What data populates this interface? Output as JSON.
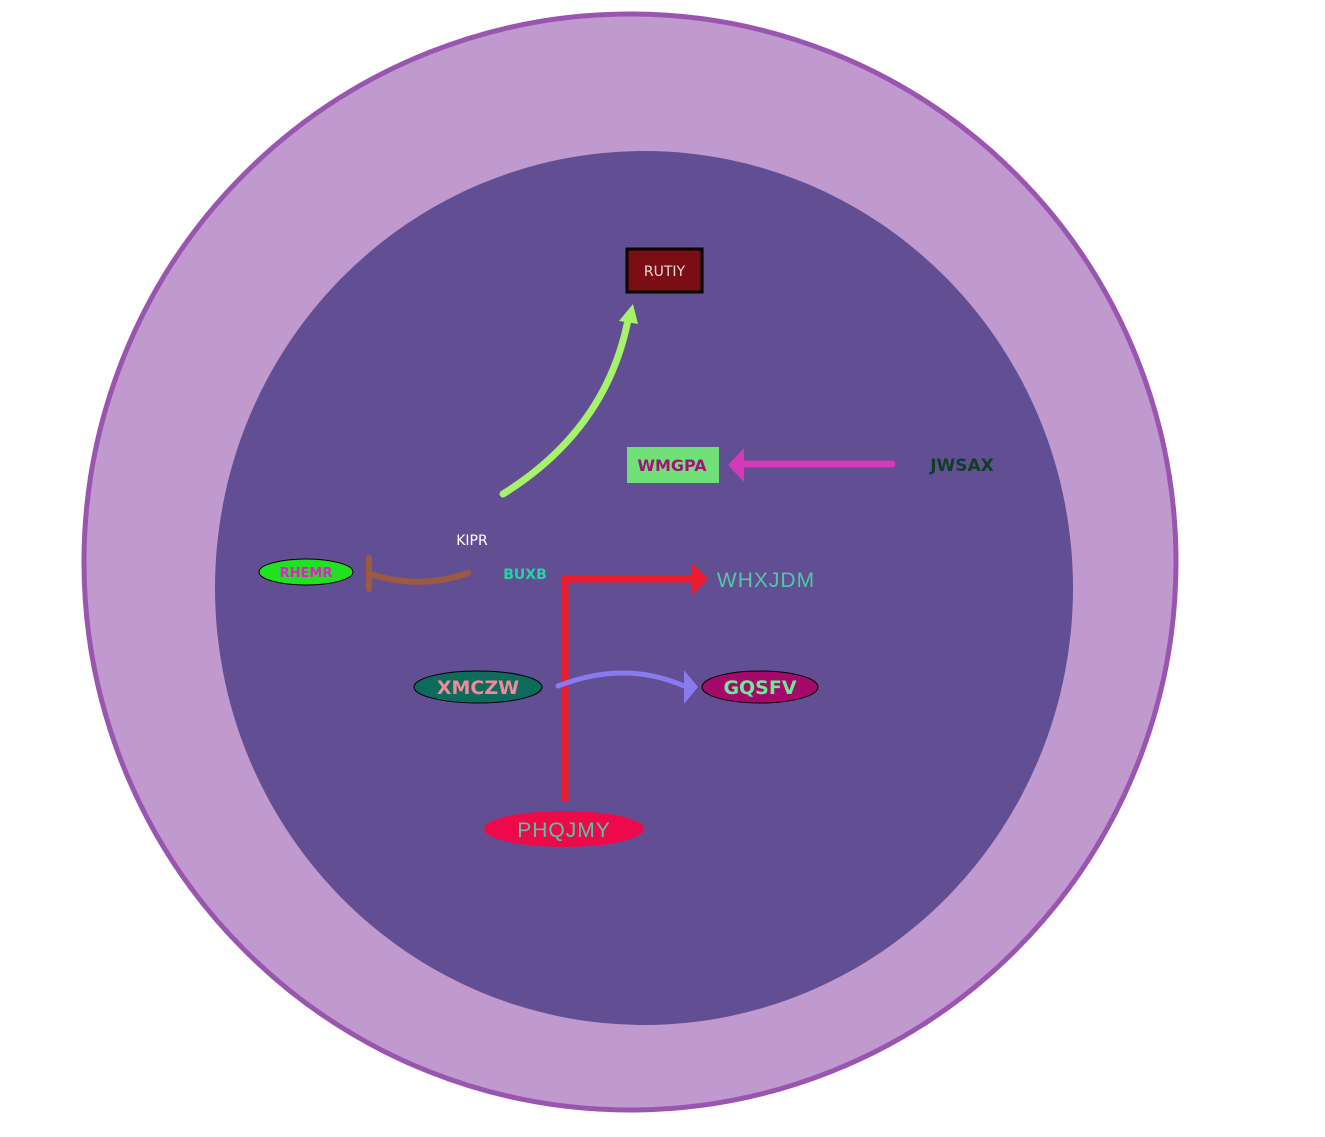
{
  "diagram": {
    "nodes": {
      "rutiy": {
        "label": "RUTIY",
        "shape": "rect",
        "fill": "#7a0e14",
        "stroke": "#000000",
        "text_color": "#e8d8d8"
      },
      "wmgpa": {
        "label": "WMGPA",
        "shape": "rect",
        "fill": "#72e079",
        "text_color": "#a0147a"
      },
      "jwsax": {
        "label": "JWSAX",
        "shape": "text",
        "text_color": "#0e3f24"
      },
      "kipr": {
        "label": "KIPR",
        "shape": "text",
        "text_color": "#ffffff"
      },
      "buxb": {
        "label": "BUXB",
        "shape": "text",
        "text_color": "#22d6a4"
      },
      "rhemr": {
        "label": "RHEMR",
        "shape": "ellipse",
        "fill": "#22e022",
        "text_color": "#e020c8"
      },
      "whxjdm": {
        "label": "WHXJDM",
        "shape": "text",
        "text_color": "#52c7a6"
      },
      "xmczw": {
        "label": "XMCZW",
        "shape": "ellipse",
        "fill": "#0e6a5a",
        "text_color": "#f28a9e"
      },
      "gqsfv": {
        "label": "GQSFV",
        "shape": "ellipse",
        "fill": "#a50a6a",
        "text_color": "#6ee89a"
      },
      "phqjmy": {
        "label": "PHQJMY",
        "shape": "ellipse",
        "fill": "#ee0a4a",
        "text_color": "#52c7a6"
      }
    },
    "edges": [
      {
        "from": "kipr",
        "to": "rutiy",
        "type": "activation",
        "color": "#a6f26a"
      },
      {
        "from": "jwsax",
        "to": "wmgpa",
        "type": "activation",
        "color": "#d43ab8"
      },
      {
        "from": "buxb",
        "to": "rhemr",
        "type": "inhibition",
        "color": "#9c5a42"
      },
      {
        "from": "phqjmy",
        "to": "whxjdm",
        "type": "activation",
        "color": "#ee1a2e"
      },
      {
        "from": "xmczw",
        "to": "gqsfv",
        "type": "activation",
        "color": "#8a7af0"
      }
    ],
    "compartments": {
      "outer": {
        "fill": "#c09ace",
        "stroke": "#9a55b0"
      },
      "inner": {
        "fill": "#624e93"
      }
    }
  }
}
